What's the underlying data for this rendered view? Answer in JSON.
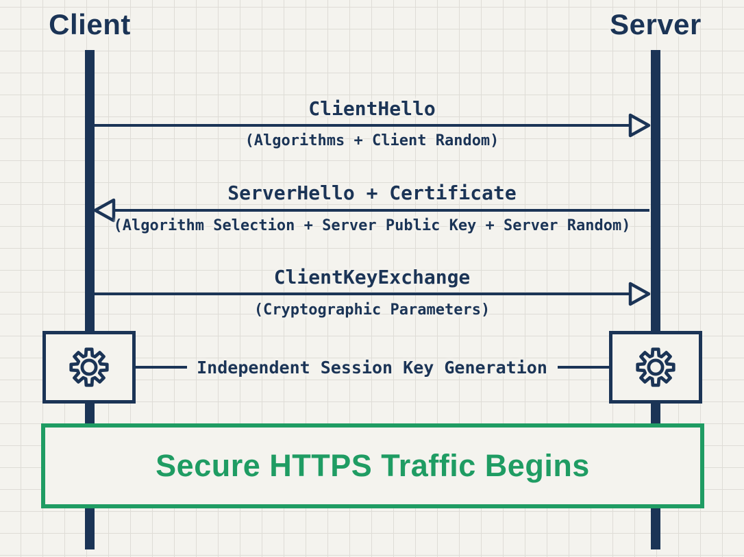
{
  "actors": {
    "left": "Client",
    "right": "Server"
  },
  "messages": [
    {
      "title": "ClientHello",
      "subtitle": "(Algorithms + Client Random)",
      "direction": "client-to-server"
    },
    {
      "title": "ServerHello + Certificate",
      "subtitle": "(Algorithm Selection + Server Public Key + Server Random)",
      "direction": "server-to-client"
    },
    {
      "title": "ClientKeyExchange",
      "subtitle": "(Cryptographic Parameters)",
      "direction": "client-to-server"
    }
  ],
  "key_generation": {
    "label": "Independent Session Key Generation"
  },
  "banner": {
    "label": "Secure HTTPS Traffic Begins"
  },
  "colors": {
    "navy": "#1b3456",
    "green": "#1f9c63",
    "paper": "#f4f3ee",
    "grid": "#dedcd6"
  }
}
